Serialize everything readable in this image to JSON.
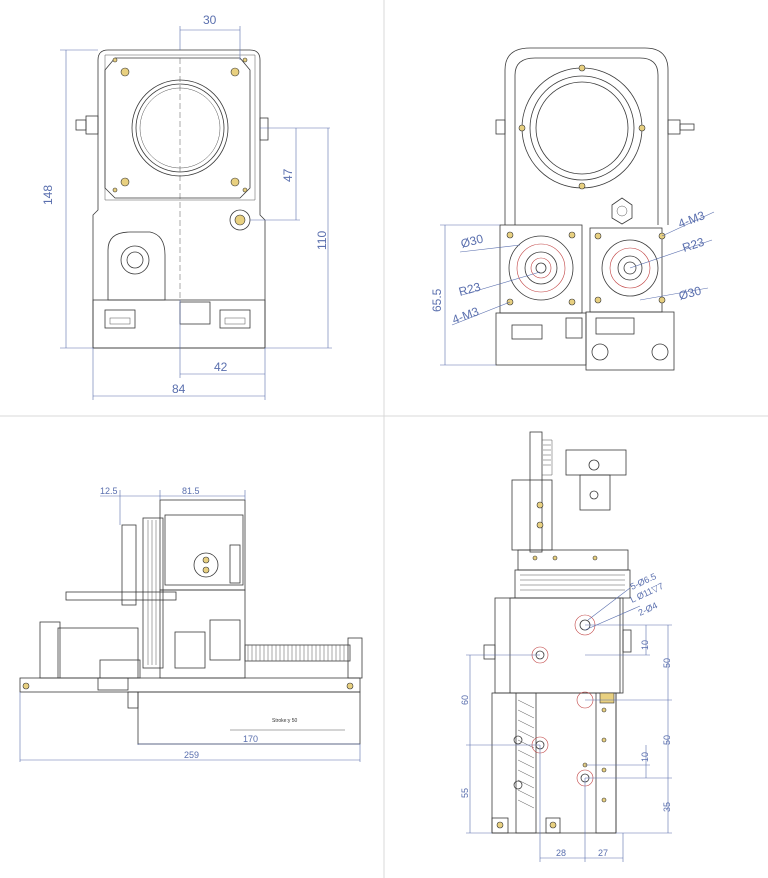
{
  "views": {
    "top_left": {
      "dims": {
        "width_top": "30",
        "height_left": "148",
        "right_47": "47",
        "right_110": "110",
        "bottom_42": "42",
        "bottom_84": "84"
      }
    },
    "top_right": {
      "dims": {
        "phi30_left": "Ø30",
        "r23_left": "R23",
        "m3_left": "4-M3",
        "m3_right": "4-M3",
        "r23_right": "R23",
        "phi30_right": "Ø30",
        "height_65_5": "65.5"
      }
    },
    "bottom_left": {
      "dims": {
        "top_12_5": "12.5",
        "top_81_5": "81.5",
        "bottom_170": "170",
        "bottom_259": "259",
        "stroke_label": "Stroke:y 50"
      }
    },
    "bottom_right": {
      "dims": {
        "holes_5": "5-Ø6.5",
        "holes_5_sub": "L Ø11▽7",
        "holes_2": "2-Ø4",
        "v10a": "10",
        "v50a": "50",
        "v60": "60",
        "v50b": "50",
        "v10b": "10",
        "v55": "55",
        "v35": "35",
        "h28": "28",
        "h27": "27"
      }
    }
  },
  "colors": {
    "dimension": "#5a6fae",
    "line": "#3a3a3a",
    "accent": "#c04040"
  }
}
